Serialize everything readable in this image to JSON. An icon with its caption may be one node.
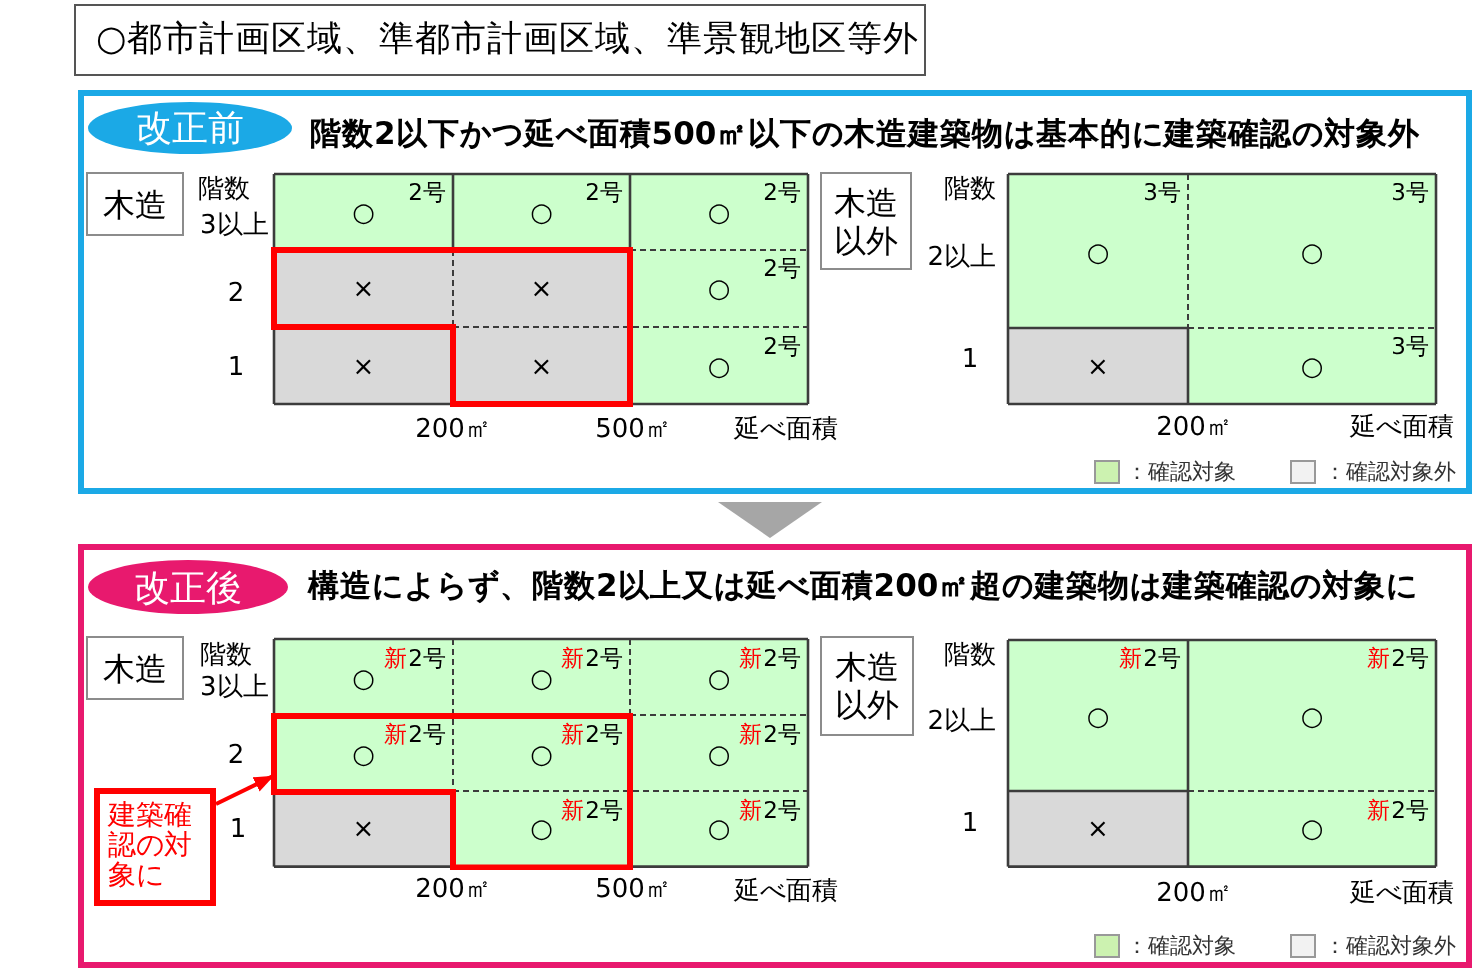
{
  "diagram": {
    "title": "○都市計画区域、準都市計画区域、準景観地区等外",
    "nodes": [
      {
        "text": [
          "階数2以下かつ延べ面積500㎡以下の木造建築物は基本的に建築確認の対象外"
        ]
      },
      {
        "text": [
          "改正前"
        ],
        "in": 0
      },
      {
        "text": [
          "木造"
        ],
        "in": 0
      },
      {
        "text": [],
        "shape": "box",
        "in": 0
      },
      {
        "text": [
          "○",
          "2号"
        ],
        "in": 0
      },
      {
        "text": [
          "○",
          "2号"
        ],
        "in": 0
      },
      {
        "text": [
          "○",
          "2号"
        ],
        "in": 0
      },
      {
        "text": [
          "×"
        ],
        "in": 3
      },
      {
        "text": [
          "×"
        ],
        "in": 3
      },
      {
        "text": [
          "○",
          "2号"
        ],
        "in": 0
      },
      {
        "text": [
          "×"
        ],
        "in": 0
      },
      {
        "text": [
          "×"
        ],
        "in": 3
      },
      {
        "text": [
          "○",
          "2号"
        ],
        "in": 0
      },
      {
        "text": [
          "木造以外"
        ],
        "in": 0
      },
      {
        "text": [
          "○",
          "3号"
        ],
        "in": 0
      },
      {
        "text": [
          "○",
          "3号"
        ],
        "in": 0
      },
      {
        "text": [
          "×"
        ],
        "in": 0
      },
      {
        "text": [
          "○",
          "3号"
        ],
        "in": 0
      },
      {
        "text": [
          "構造によらず、階数2以上又は延べ面積200㎡超の建築物は建築確認の対象に"
        ]
      },
      {
        "text": [
          "改正後"
        ],
        "in": 18
      },
      {
        "text": [
          "木造"
        ],
        "in": 18
      },
      {
        "text": [],
        "shape": "box",
        "in": 18
      },
      {
        "text": [
          "○",
          "**新**2号"
        ],
        "in": 18
      },
      {
        "text": [
          "○",
          "**新**2号"
        ],
        "in": 18
      },
      {
        "text": [
          "○",
          "**新**2号"
        ],
        "in": 18
      },
      {
        "text": [
          "○",
          "**新**2号"
        ],
        "in": 21
      },
      {
        "text": [
          "○",
          "**新**2号"
        ],
        "in": 21
      },
      {
        "text": [
          "○",
          "**新**2号"
        ],
        "in": 18
      },
      {
        "text": [
          "×"
        ],
        "in": 18
      },
      {
        "text": [
          "○",
          "**新**2号"
        ],
        "in": 21
      },
      {
        "text": [
          "○",
          "**新**2号"
        ],
        "in": 18
      },
      {
        "text": [
          "建築確認の対象に"
        ],
        "in": 18
      },
      {
        "text": [
          "木造以外"
        ],
        "in": 18
      },
      {
        "text": [
          "○",
          "**新**2号"
        ],
        "in": 18
      },
      {
        "text": [
          "○",
          "**新**2号"
        ],
        "in": 18
      },
      {
        "text": [
          "×"
        ],
        "in": 18
      },
      {
        "text": [
          "○",
          "**新**2号"
        ],
        "in": 18
      }
    ],
    "edges": [
      {
        "from": 0,
        "to": 18,
        "arrow": "to",
        "color": "#a6a6a6"
      },
      {
        "from": 31,
        "to": 21,
        "arrow": "to",
        "color": "#ff0000"
      }
    ],
    "labels": [
      "階数",
      "3以上",
      "2",
      "1",
      "200㎡",
      "500㎡",
      "延べ面積",
      "階数",
      "2以上",
      "1",
      "200㎡",
      "延べ面積",
      "階数",
      "3以上",
      "2",
      "1",
      "200㎡",
      "500㎡",
      "延べ面積",
      "階数",
      "2以上",
      "1",
      "200㎡",
      "延べ面積"
    ],
    "legend": [
      {
        "text": "：確認対象",
        "color": "#ccf2b0"
      },
      {
        "text": "：確認対象外",
        "color": "#f2f2f2"
      },
      {
        "text": "：確認対象",
        "color": "#ccf2b0"
      },
      {
        "text": "：確認対象外",
        "color": "#f2f2f2"
      }
    ]
  }
}
